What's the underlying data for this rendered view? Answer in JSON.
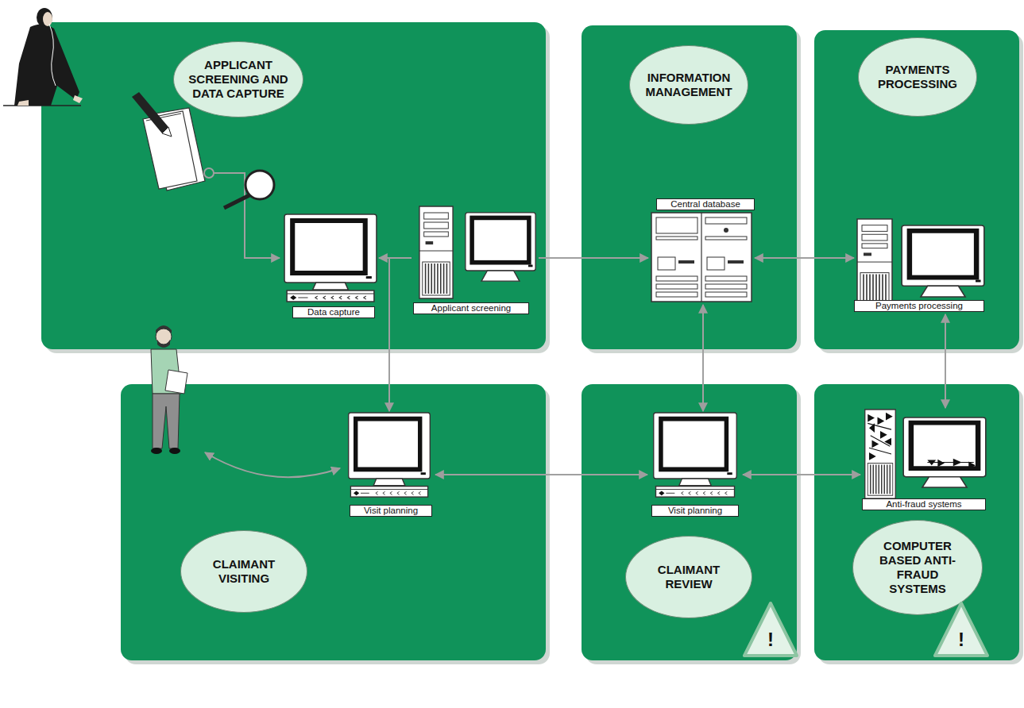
{
  "diagram": {
    "nodes": [
      {
        "text": [
          "APPLICANT SCREENING AND DATA CAPTURE"
        ]
      },
      {
        "text": [
          "Data capture"
        ],
        "in": 0
      },
      {
        "text": [
          "Applicant screening"
        ],
        "in": 0
      },
      {
        "text": [
          "INFORMATION MANAGEMENT"
        ]
      },
      {
        "text": [
          "Central database"
        ],
        "in": 3
      },
      {
        "text": [
          "PAYMENTS PROCESSING"
        ]
      },
      {
        "text": [
          "Payments processing"
        ],
        "in": 5
      },
      {
        "text": [
          "CLAIMANT VISITING"
        ]
      },
      {
        "text": [
          "Visit planning"
        ],
        "in": 7
      },
      {
        "text": [
          "CLAIMANT REVIEW"
        ]
      },
      {
        "text": [
          "Visit planning"
        ],
        "in": 9
      },
      {
        "text": [
          "COMPUTER BASED ANTI-FRAUD SYSTEMS"
        ]
      },
      {
        "text": [
          "Anti-fraud systems"
        ],
        "in": 11
      }
    ],
    "edges": [
      {
        "from": 2,
        "to": 1,
        "arrow": "to"
      },
      {
        "from": 2,
        "to": 8,
        "arrow": "to"
      },
      {
        "from": 2,
        "to": 4,
        "arrow": "to"
      },
      {
        "from": 4,
        "to": 6,
        "arrow": "both"
      },
      {
        "from": 4,
        "to": 10,
        "arrow": "both"
      },
      {
        "from": 8,
        "to": 10,
        "arrow": "both"
      },
      {
        "from": 10,
        "to": 12,
        "arrow": "both"
      },
      {
        "from": 6,
        "to": 12,
        "arrow": "both"
      }
    ],
    "labels": [
      "!",
      "!"
    ]
  }
}
